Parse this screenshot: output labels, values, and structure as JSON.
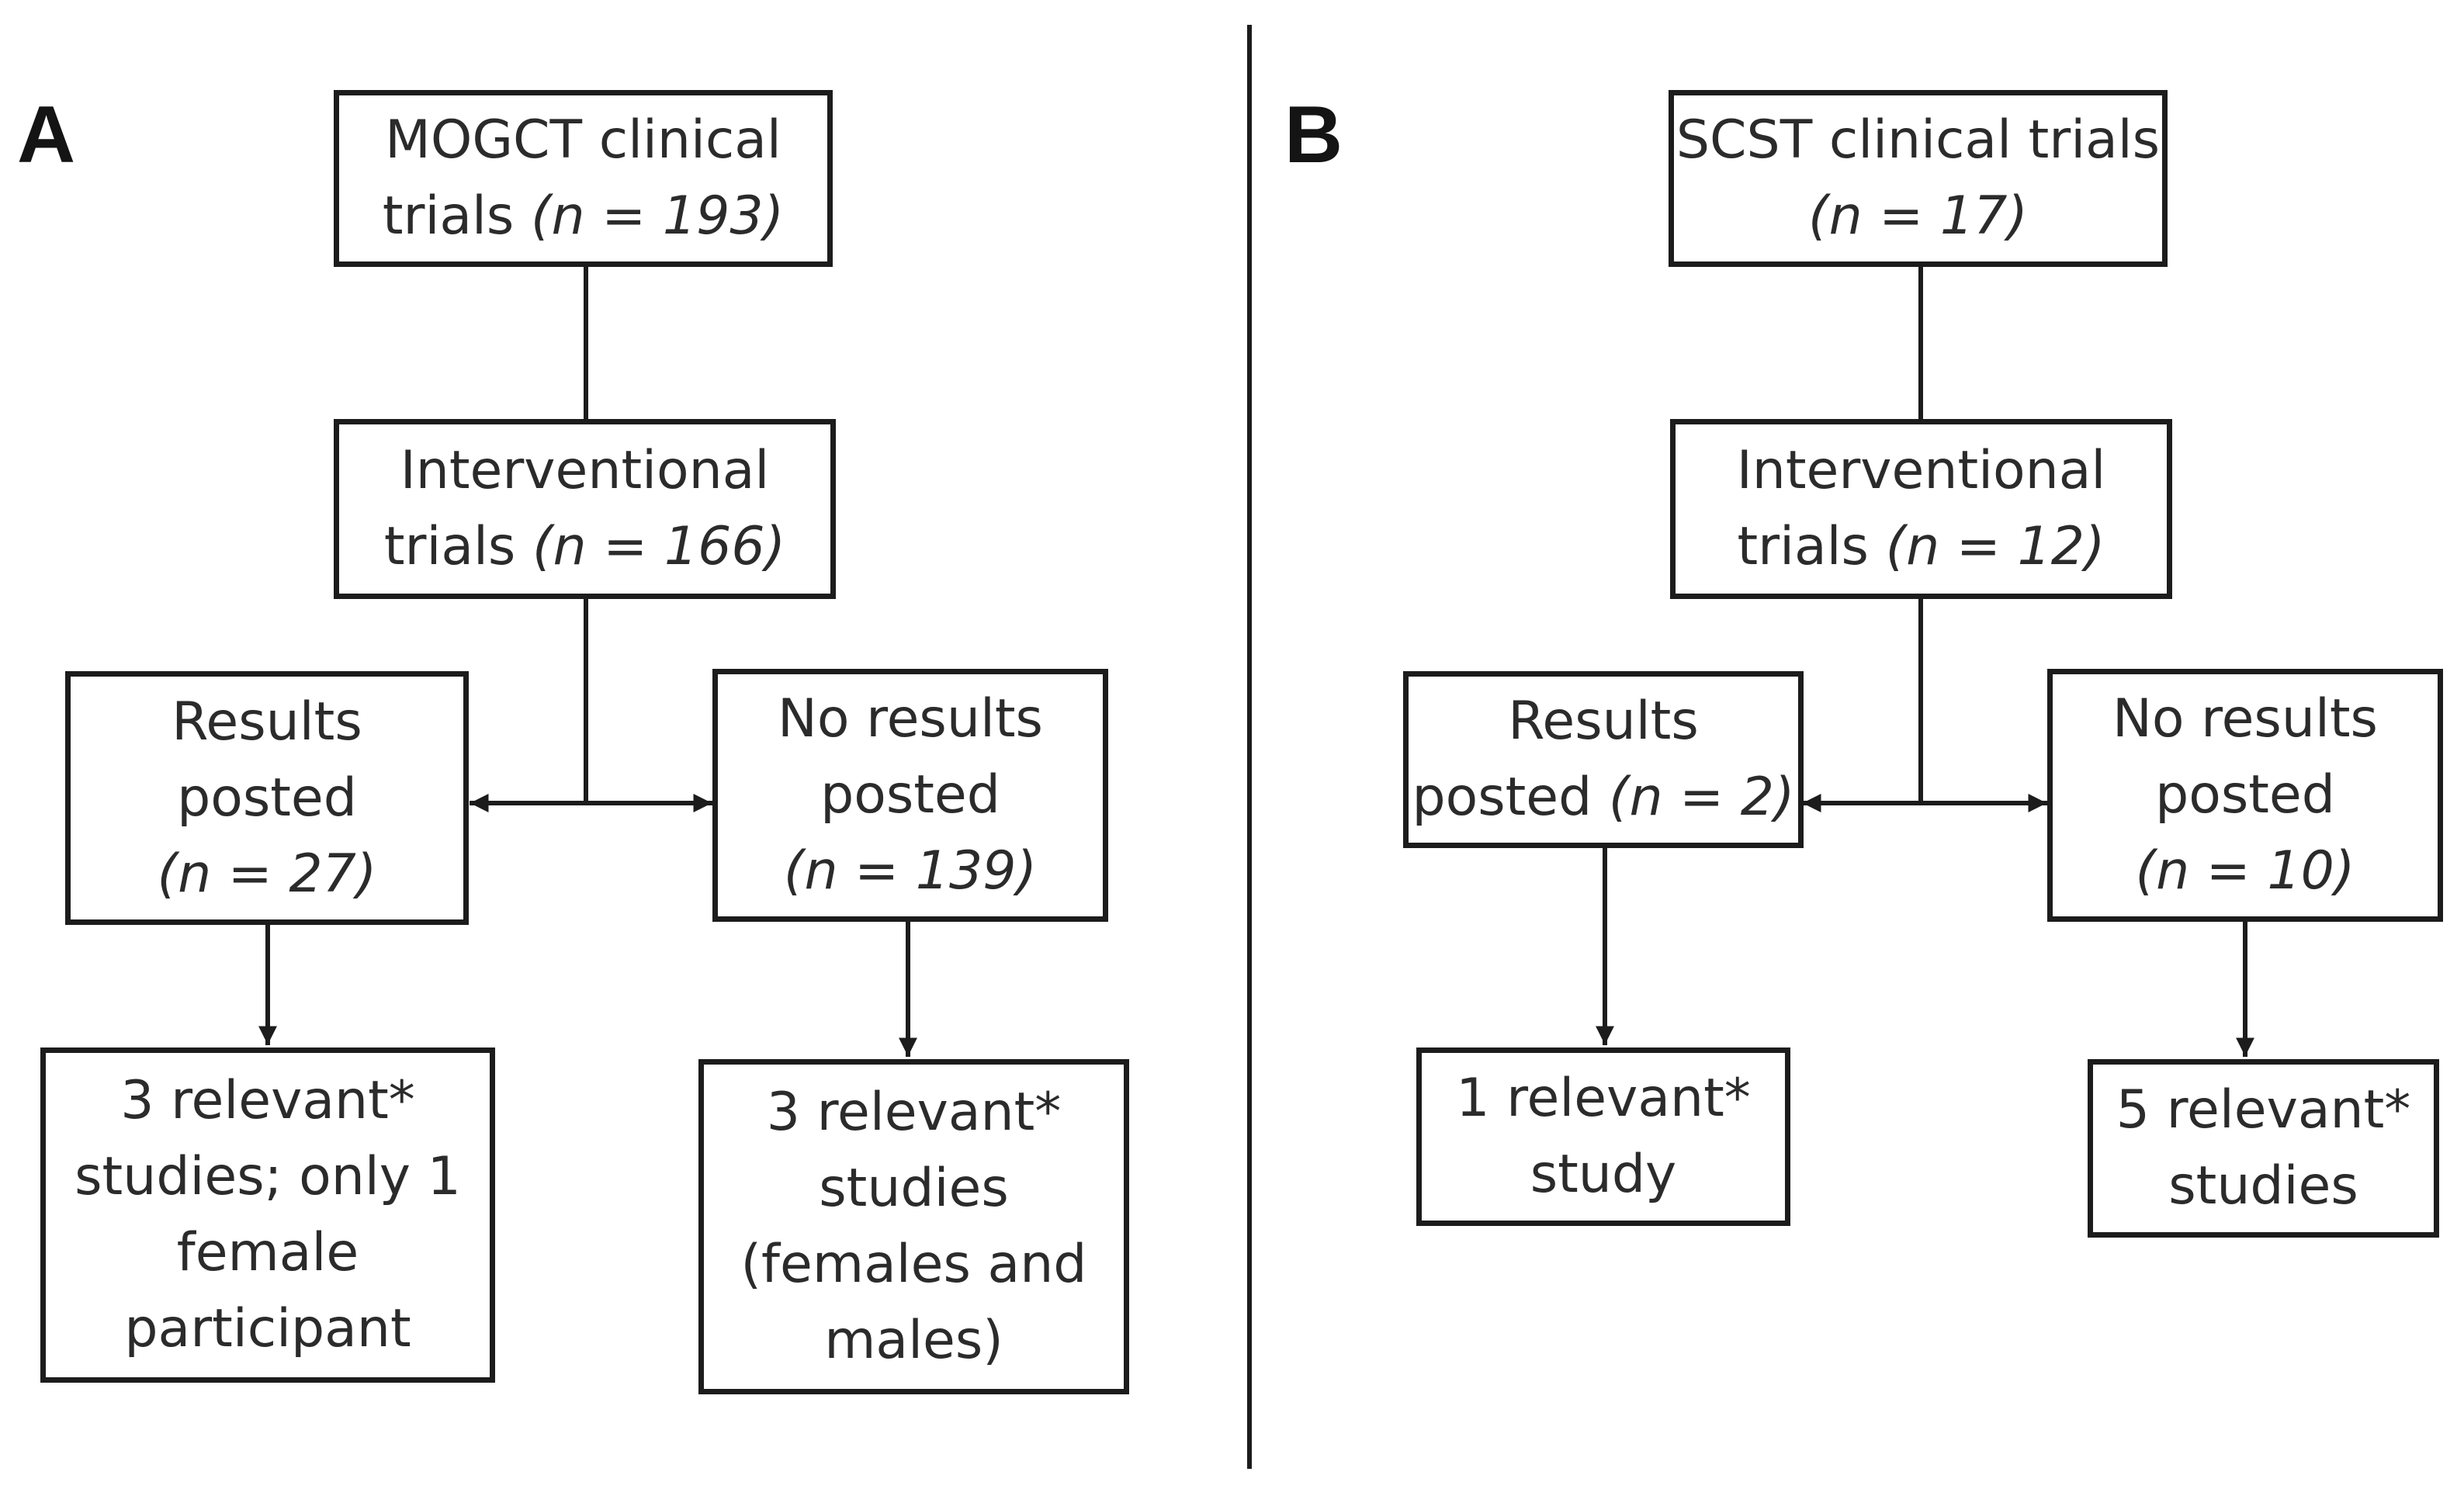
{
  "panels": {
    "a": {
      "label": "A",
      "top": {
        "line1": "MOGCT clinical",
        "line2_text": "trials",
        "line2_n": "(n = 193)"
      },
      "mid": {
        "line1": "Interventional",
        "line2_text": "trials",
        "line2_n": "(n = 166)"
      },
      "left": {
        "line1": "Results",
        "line2": "posted",
        "line3_n": "(n = 27)"
      },
      "right": {
        "line1": "No results",
        "line2": "posted",
        "line3_n": "(n = 139)"
      },
      "left_out": {
        "line1": "3 relevant*",
        "line2": "studies; only 1",
        "line3": "female",
        "line4": "participant"
      },
      "right_out": {
        "line1": "3 relevant*",
        "line2": "studies",
        "line3": "(females and",
        "line4": "males)"
      }
    },
    "b": {
      "label": "B",
      "top": {
        "line1": "SCST clinical trials",
        "line2_n": "(n = 17)"
      },
      "mid": {
        "line1": "Interventional",
        "line2_text": "trials",
        "line2_n": "(n = 12)"
      },
      "left": {
        "line1": "Results",
        "line2_text": "posted",
        "line2_n": "(n = 2)"
      },
      "right": {
        "line1": "No results",
        "line2": "posted",
        "line3_n": "(n = 10)"
      },
      "left_out": {
        "line1": "1 relevant*",
        "line2": "study"
      },
      "right_out": {
        "line1": "5 relevant*",
        "line2": "studies"
      }
    }
  }
}
